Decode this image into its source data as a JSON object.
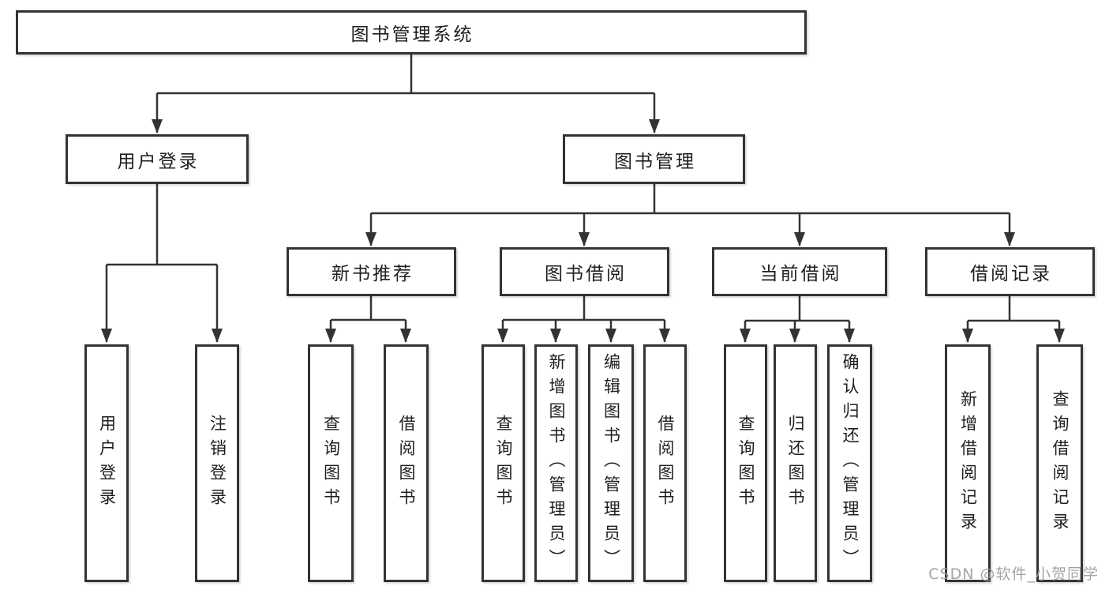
{
  "style": {
    "background": "#ffffff",
    "line_color": "#333333",
    "box_border_color": "#333333",
    "text_color": "#1f1f1f",
    "watermark_color": "#9b9b9b"
  },
  "tree": {
    "label": "图书管理系统",
    "children": [
      {
        "label": "用户登录",
        "children": [
          {
            "label": "用户登录"
          },
          {
            "label": "注销登录"
          }
        ]
      },
      {
        "label": "图书管理",
        "children": [
          {
            "label": "新书推荐",
            "children": [
              {
                "label": "查询图书"
              },
              {
                "label": "借阅图书"
              }
            ]
          },
          {
            "label": "图书借阅",
            "children": [
              {
                "label": "查询图书"
              },
              {
                "label": "新增图书（管理员）"
              },
              {
                "label": "编辑图书（管理员）"
              },
              {
                "label": "借阅图书"
              }
            ]
          },
          {
            "label": "当前借阅",
            "children": [
              {
                "label": "查询图书"
              },
              {
                "label": "归还图书"
              },
              {
                "label": "确认归还（管理员）"
              }
            ]
          },
          {
            "label": "借阅记录",
            "children": [
              {
                "label": "新增借阅记录"
              },
              {
                "label": "查询借阅记录"
              }
            ]
          }
        ]
      }
    ]
  },
  "watermark": {
    "text": "CSDN @软件_小贺同学"
  }
}
